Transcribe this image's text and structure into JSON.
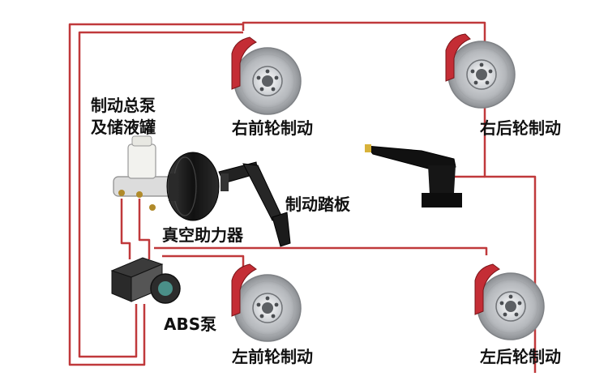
{
  "labels": {
    "master_cylinder_line1": "制动总泵",
    "master_cylinder_line2": "及储液罐",
    "front_right_brake": "右前轮制动",
    "rear_right_brake": "右后轮制动",
    "brake_pedal": "制动踏板",
    "vacuum_booster": "真空助力器",
    "abs_pump": "ABS泵",
    "front_left_brake": "左前轮制动",
    "rear_left_brake": "左后轮制动"
  },
  "colors": {
    "brake_line": "#c0393b",
    "caliper": "#c42d35",
    "rotor": "#b9bcc0",
    "booster": "#1a1a1a",
    "handbrake": "#111111"
  },
  "icons": {
    "brake_disc": "brake-disc-icon",
    "booster": "vacuum-booster-icon",
    "pedal": "brake-pedal-icon",
    "abs": "abs-pump-icon",
    "handbrake": "handbrake-icon"
  }
}
